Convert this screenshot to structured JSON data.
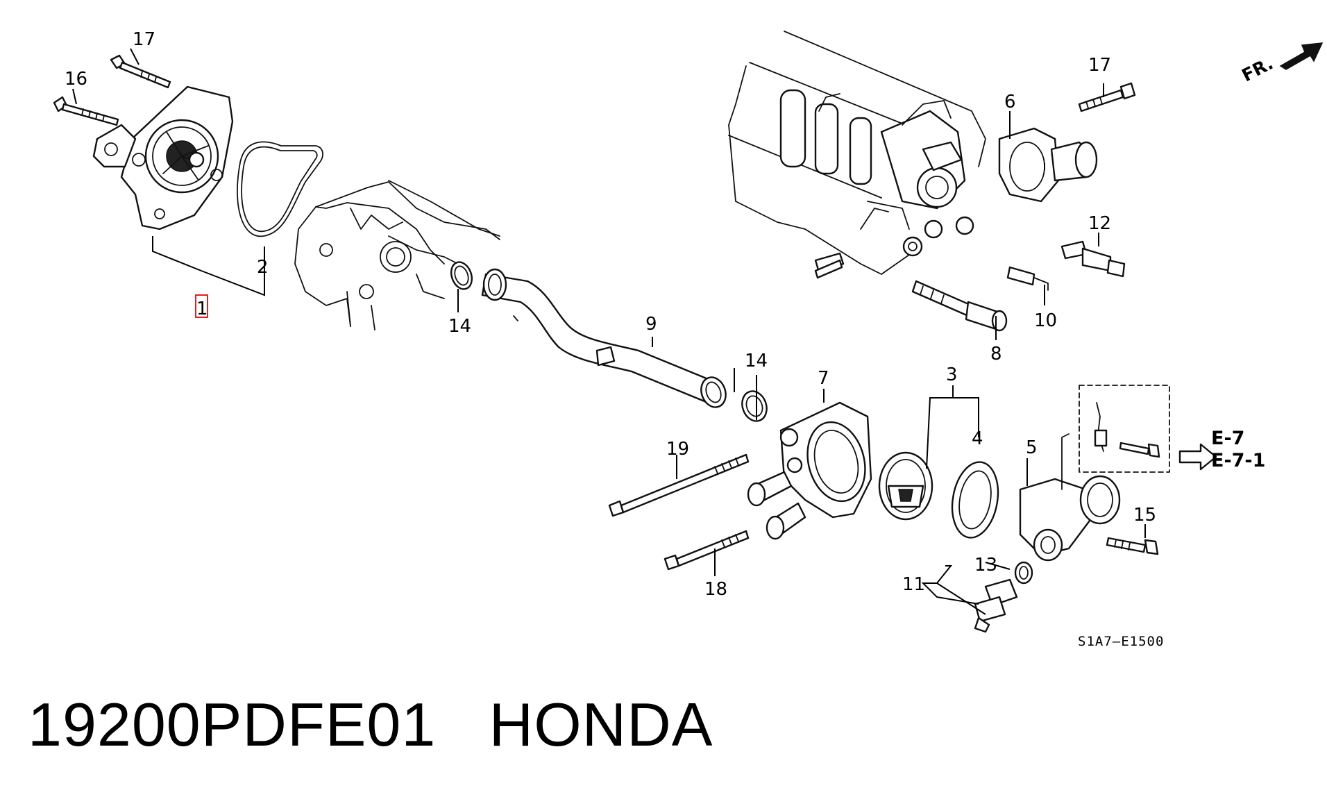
{
  "caption": {
    "part_number": "19200PDFE01",
    "brand": "HONDA"
  },
  "diagram": {
    "reference_code": "S1A7–E1500",
    "direction_label": "FR.",
    "continuation_refs": [
      "E-7",
      "E-7-1"
    ],
    "callouts": [
      "1",
      "2",
      "3",
      "4",
      "5",
      "6",
      "7",
      "8",
      "9",
      "10",
      "11",
      "12",
      "13",
      "14",
      "14",
      "15",
      "16",
      "17",
      "17",
      "18",
      "19"
    ],
    "highlighted_callout": "1",
    "highlight_color": "#e02020"
  }
}
